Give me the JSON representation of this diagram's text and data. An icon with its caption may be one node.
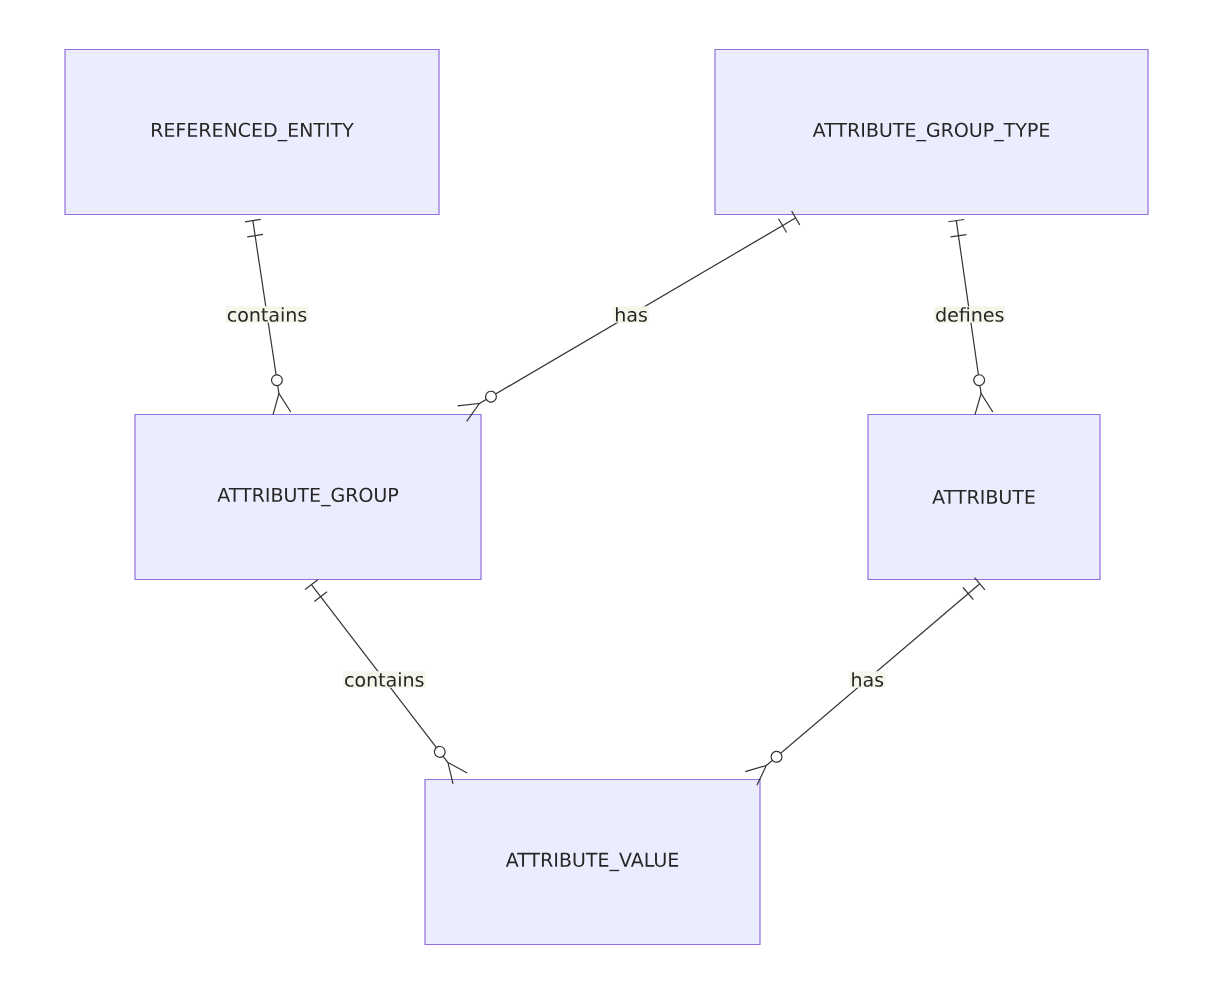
{
  "diagram": {
    "nodes": [
      {
        "text": [
          "REFERENCED_ENTITY"
        ]
      },
      {
        "text": [
          "ATTRIBUTE_GROUP_TYPE"
        ]
      },
      {
        "text": [
          "ATTRIBUTE_GROUP"
        ]
      },
      {
        "text": [
          "ATTRIBUTE"
        ]
      },
      {
        "text": [
          "ATTRIBUTE_VALUE"
        ]
      }
    ],
    "edges": [
      {
        "from": 0,
        "to": 2,
        "arrow": "other",
        "label": "contains"
      },
      {
        "from": 1,
        "to": 2,
        "arrow": "other",
        "label": "has"
      },
      {
        "from": 1,
        "to": 3,
        "arrow": "other",
        "label": "defines"
      },
      {
        "from": 2,
        "to": 4,
        "arrow": "other",
        "label": "contains"
      },
      {
        "from": 3,
        "to": 4,
        "arrow": "other",
        "label": "has"
      }
    ]
  }
}
